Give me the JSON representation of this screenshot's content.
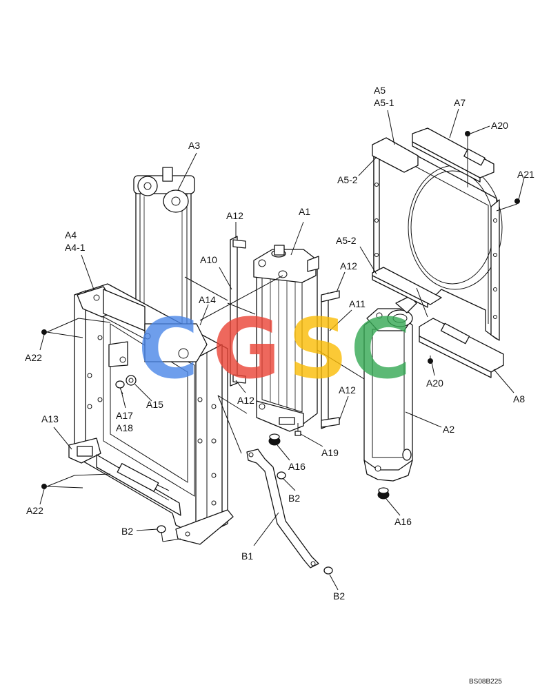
{
  "callouts": [
    {
      "id": "A1",
      "text": "A1"
    },
    {
      "id": "A2",
      "text": "A2"
    },
    {
      "id": "A3",
      "text": "A3"
    },
    {
      "id": "A4",
      "text": "A4"
    },
    {
      "id": "A4-1",
      "text": "A4-1"
    },
    {
      "id": "A5",
      "text": "A5"
    },
    {
      "id": "A5-1",
      "text": "A5-1"
    },
    {
      "id": "A5-2a",
      "text": "A5-2"
    },
    {
      "id": "A5-2b",
      "text": "A5-2"
    },
    {
      "id": "A7",
      "text": "A7"
    },
    {
      "id": "A8",
      "text": "A8"
    },
    {
      "id": "A10",
      "text": "A10"
    },
    {
      "id": "A11",
      "text": "A11"
    },
    {
      "id": "A12a",
      "text": "A12"
    },
    {
      "id": "A12b",
      "text": "A12"
    },
    {
      "id": "A12c",
      "text": "A12"
    },
    {
      "id": "A12d",
      "text": "A12"
    },
    {
      "id": "A13",
      "text": "A13"
    },
    {
      "id": "A14",
      "text": "A14"
    },
    {
      "id": "A15",
      "text": "A15"
    },
    {
      "id": "A16a",
      "text": "A16"
    },
    {
      "id": "A16b",
      "text": "A16"
    },
    {
      "id": "A17",
      "text": "A17"
    },
    {
      "id": "A18",
      "text": "A18"
    },
    {
      "id": "A19",
      "text": "A19"
    },
    {
      "id": "A20a",
      "text": "A20"
    },
    {
      "id": "A20b",
      "text": "A20"
    },
    {
      "id": "A21",
      "text": "A21"
    },
    {
      "id": "A22a",
      "text": "A22"
    },
    {
      "id": "A22b",
      "text": "A22"
    },
    {
      "id": "B1",
      "text": "B1"
    },
    {
      "id": "B2a",
      "text": "B2"
    },
    {
      "id": "B2b",
      "text": "B2"
    },
    {
      "id": "B2c",
      "text": "B2"
    }
  ],
  "drawing_code": "BS08B225",
  "watermark": {
    "letters": [
      "C",
      "G",
      "S",
      "C"
    ],
    "colors": [
      "#4a86e8",
      "#ea4335",
      "#fbbc05",
      "#34a853"
    ]
  }
}
